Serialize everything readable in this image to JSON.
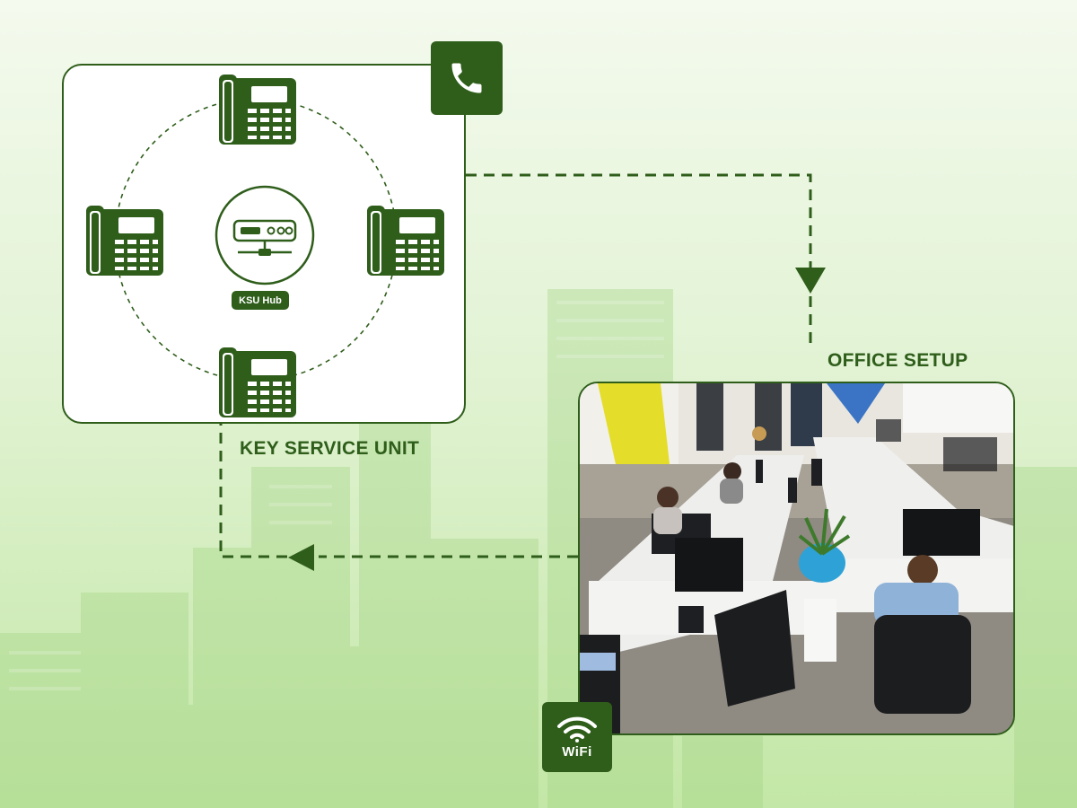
{
  "diagram": {
    "hub_label": "KSU Hub",
    "ksu_caption": "KEY SERVICE UNIT",
    "office_caption": "OFFICE SETUP",
    "wifi_label": "WiFi"
  },
  "icons": {
    "phone_badge": "phone-handset-icon",
    "desk_phone": "desk-phone-icon",
    "hub": "ksu-hub-icon",
    "wifi": "wifi-icon"
  },
  "colors": {
    "brand_green": "#2f5e1b",
    "background_light": "#f4faee",
    "background_dark": "#c3e7a6"
  }
}
